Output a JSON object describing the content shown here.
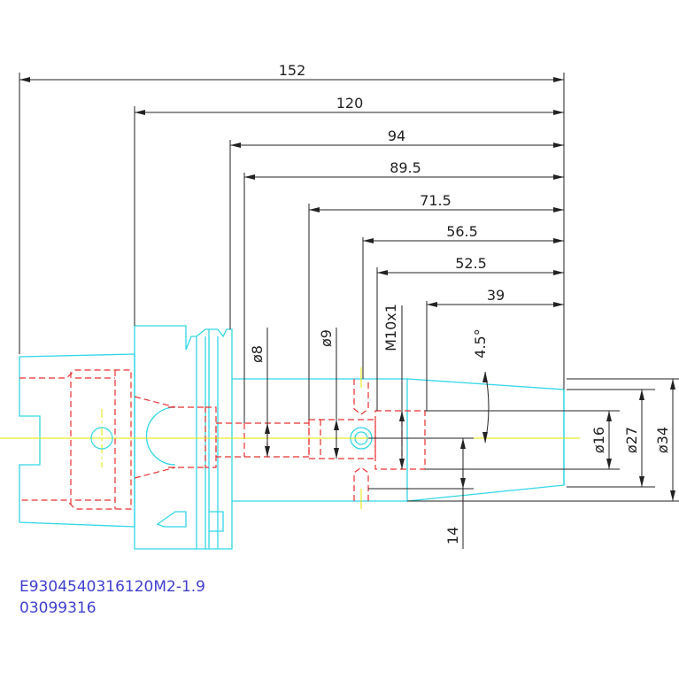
{
  "drawing": {
    "dimensions": {
      "overall_length": "152",
      "taper_length": "120",
      "flange_to_nose": "94",
      "d8_to_nose": "89.5",
      "d9_to_nose": "71.5",
      "screw_to_nose": "56.5",
      "thread_to_nose": "52.5",
      "bore_to_nose": "39",
      "bore_d8": "ø8",
      "bore_d9": "ø9",
      "thread": "M10x1",
      "taper_angle": "4.5°",
      "dia_16": "ø16",
      "dia_27": "ø27",
      "dia_34": "ø34",
      "screw_offset": "14"
    },
    "notes": {
      "part_code": "E9304540316120M2-1.9",
      "order_number": "03099316"
    },
    "colors": {
      "outline": "#33d6e6",
      "hidden": "#e83030",
      "center": "#e6e600",
      "dimension": "#222222",
      "note": "#4040d0"
    }
  }
}
